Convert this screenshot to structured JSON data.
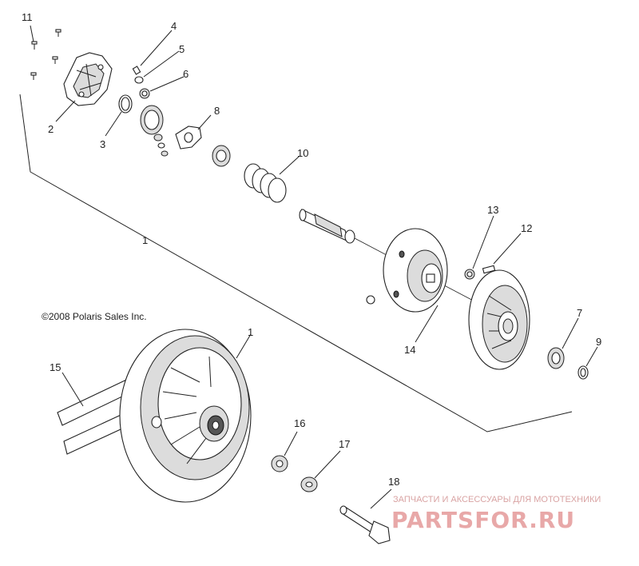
{
  "copyright": "©2008 Polaris Sales Inc.",
  "callouts": [
    {
      "label": "11"
    },
    {
      "label": "4"
    },
    {
      "label": "5"
    },
    {
      "label": "6"
    },
    {
      "label": "2"
    },
    {
      "label": "3"
    },
    {
      "label": "8"
    },
    {
      "label": "10"
    },
    {
      "label": "1"
    },
    {
      "label": "13"
    },
    {
      "label": "12"
    },
    {
      "label": "14"
    },
    {
      "label": "7"
    },
    {
      "label": "9"
    },
    {
      "label": "1"
    },
    {
      "label": "15"
    },
    {
      "label": "16"
    },
    {
      "label": "17"
    },
    {
      "label": "18"
    }
  ],
  "watermark": {
    "tagline": "ЗАПЧАСТИ И АКСЕССУАРЫ ДЛЯ МОТОТЕХНИКИ",
    "brand": "PARTSFOR.RU",
    "color": "#e8a8a8"
  }
}
